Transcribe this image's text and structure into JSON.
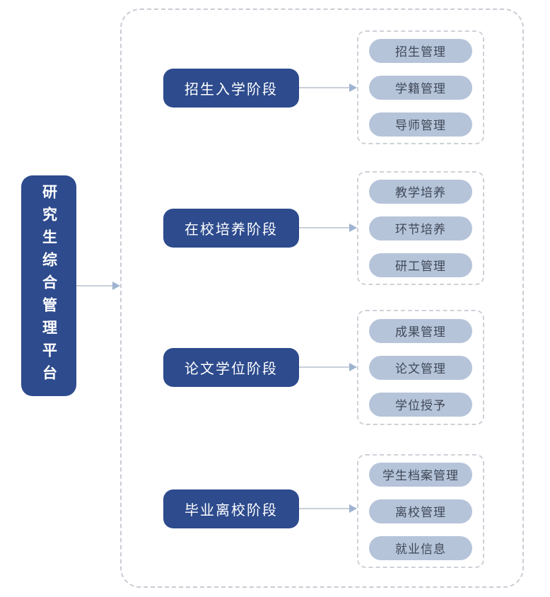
{
  "diagram": {
    "root": {
      "label": "研究生综合管理平台"
    },
    "stages": [
      {
        "label": "招生入学阶段",
        "items": [
          "招生管理",
          "学籍管理",
          "导师管理"
        ]
      },
      {
        "label": "在校培养阶段",
        "items": [
          "教学培养",
          "环节培养",
          "研工管理"
        ]
      },
      {
        "label": "论文学位阶段",
        "items": [
          "成果管理",
          "论文管理",
          "学位授予"
        ]
      },
      {
        "label": "毕业离校阶段",
        "items": [
          "学生档案管理",
          "离校管理",
          "就业信息"
        ]
      }
    ],
    "colors": {
      "node_fill": "#2d4b8d",
      "node_text": "#ffffff",
      "pill_fill": "#b6c4da",
      "pill_text": "#3f4858",
      "dashed_border": "#c9cdd4",
      "arrow_line": "#c9cfda",
      "arrow_head": "#9fb3d1",
      "background": "#ffffff"
    }
  }
}
